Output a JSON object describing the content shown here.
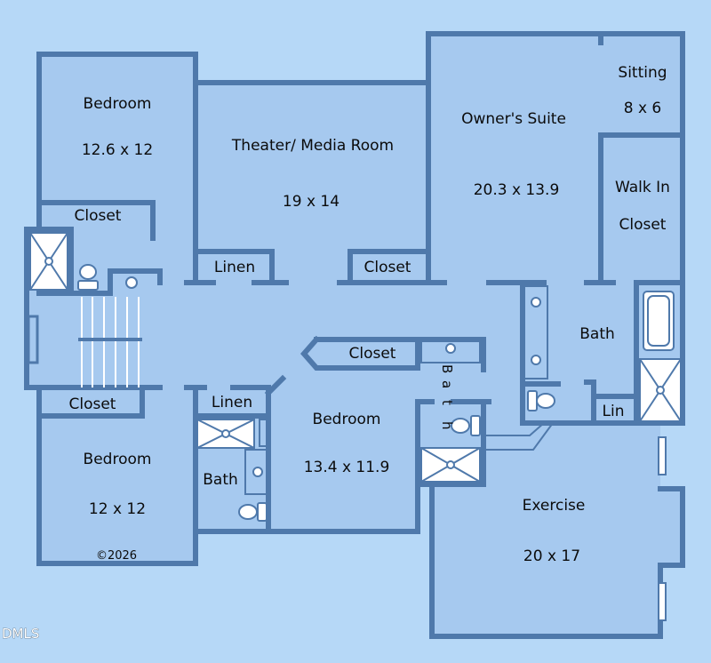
{
  "rooms": {
    "bedroom_top": {
      "name": "Bedroom",
      "size": "12.6 x 12"
    },
    "theater": {
      "name": "Theater/ Media Room",
      "size": "19 x 14"
    },
    "owners_suite": {
      "name": "Owner's Suite",
      "size": "20.3 x 13.9"
    },
    "sitting": {
      "name": "Sitting",
      "size": "8 x 6"
    },
    "walk_in": {
      "line1": "Walk In",
      "line2": "Closet"
    },
    "closet_top_left": "Closet",
    "linen_theater": "Linen",
    "closet_theater": "Closet",
    "bath_owner": "Bath",
    "closet_mid": "Closet",
    "bath_vertical": [
      "B",
      "a",
      "t",
      "h"
    ],
    "lin": "Lin",
    "closet_bottom_left": "Closet",
    "linen_bottom": "Linen",
    "bedroom_mid": {
      "name": "Bedroom",
      "size": "13.4 x 11.9"
    },
    "bedroom_bottom": {
      "name": "Bedroom",
      "size": "12 x 12"
    },
    "bath_small": "Bath",
    "exercise": {
      "name": "Exercise",
      "size": "20 x 17"
    }
  },
  "copyright": "©2026",
  "watermark": "DMLS",
  "colors": {
    "background": "#b6d8f7",
    "room_fill": "#a6c9ef",
    "wall": "#4f79ab",
    "fixture": "#ffffff"
  }
}
